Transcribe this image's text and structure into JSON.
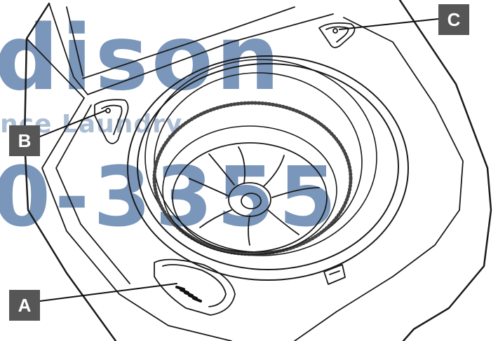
{
  "callouts": {
    "a": "A",
    "b": "B",
    "c": "C"
  },
  "watermark": {
    "line1": "dison",
    "line2": "nce Laundry",
    "line3": "0-3355"
  },
  "colors": {
    "callout_bg": "#565656",
    "callout_text": "#ffffff",
    "line_art": "#1a1a1a",
    "watermark": "#466ea0"
  }
}
